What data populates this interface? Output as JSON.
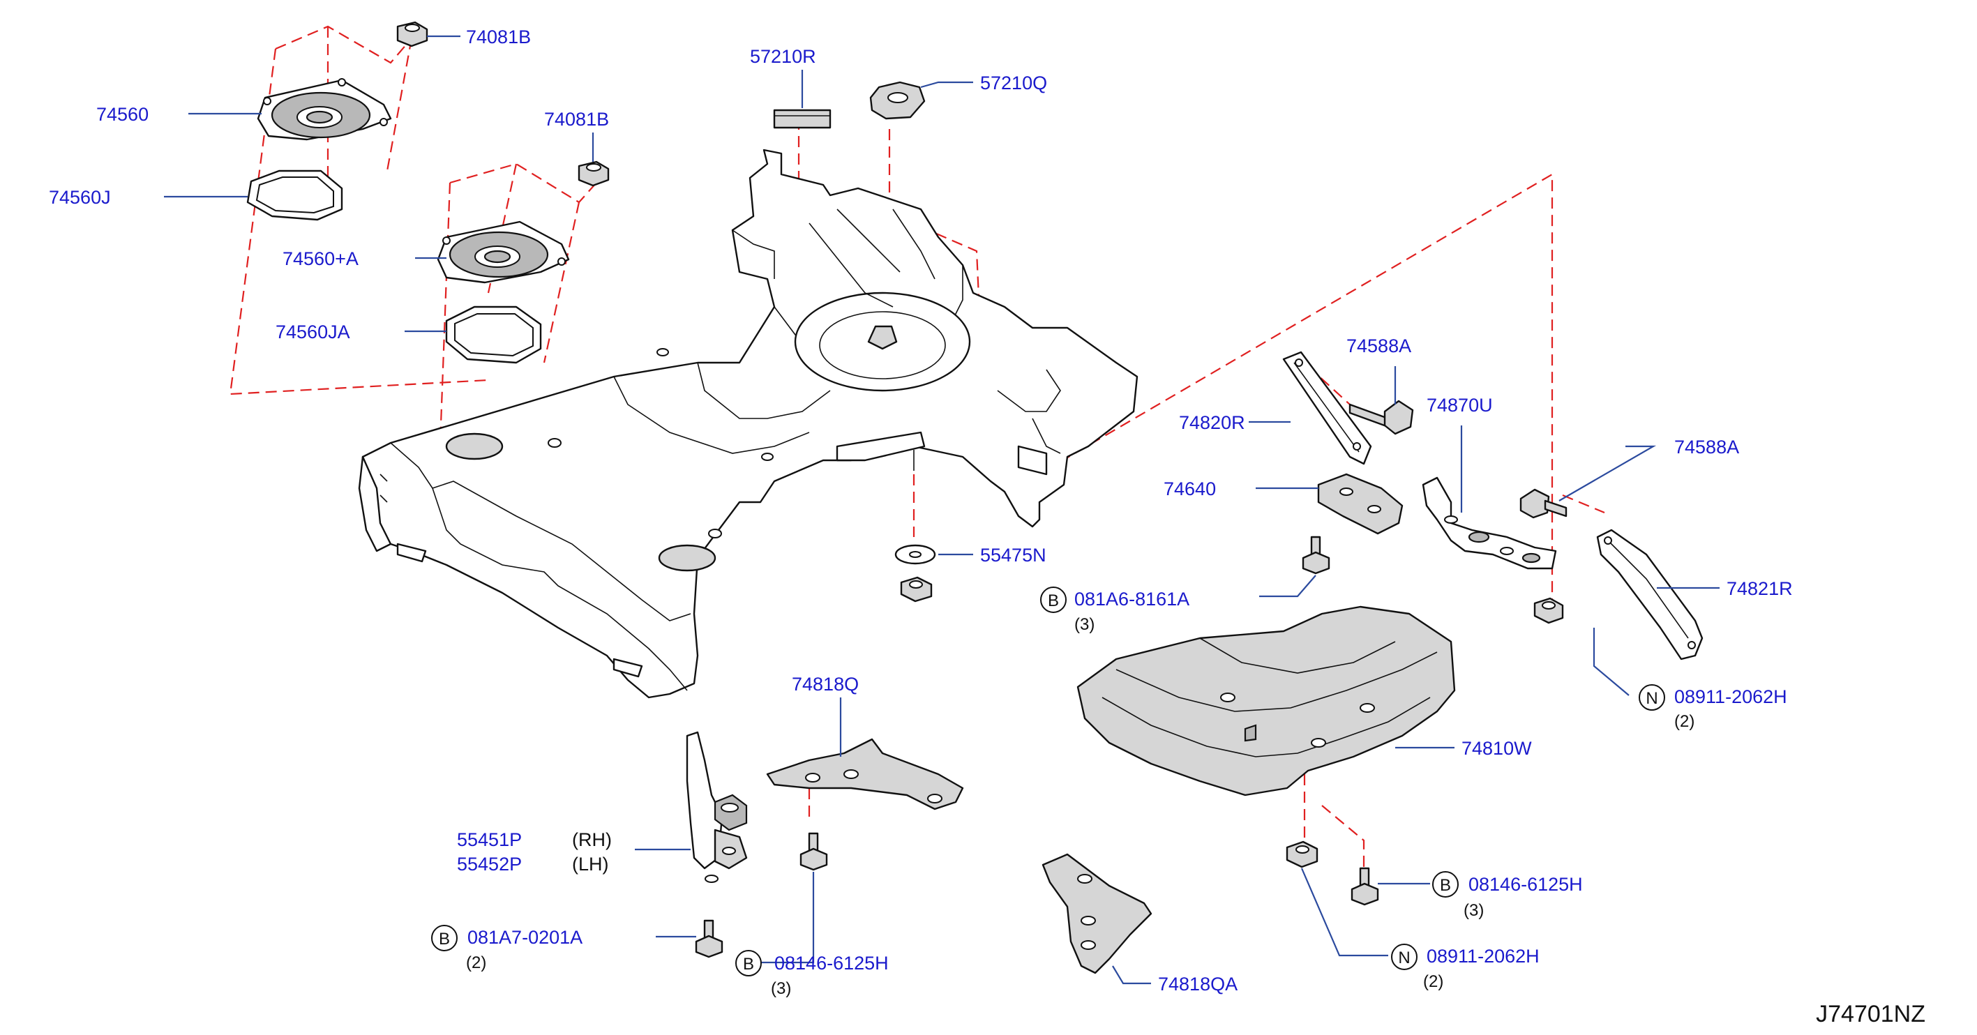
{
  "diagram_code": "J74701NZ",
  "labels": {
    "p74081B_top": "74081B",
    "p74560": "74560",
    "p74560J": "74560J",
    "p74081B_mid": "74081B",
    "p74560A": "74560+A",
    "p74560JA": "74560JA",
    "p57210R": "57210R",
    "p57210Q": "57210Q",
    "p74588A_top": "74588A",
    "p74820R": "74820R",
    "p74870U": "74870U",
    "p74588A_right": "74588A",
    "p74640": "74640",
    "p55475N": "55475N",
    "p081A6": "081A6-8161A",
    "p74821R": "74821R",
    "p08911_right": "08911-2062H",
    "p74818Q": "74818Q",
    "p74810W": "74810W",
    "p55451P": "55451P",
    "p55452P": "55452P",
    "p08146_right": "08146-6125H",
    "p081A7": "081A7-0201A",
    "p08146_bottom": "08146-6125H",
    "p08911_bottom": "08911-2062H",
    "p74818QA": "74818QA"
  },
  "quantities": {
    "q081A6": "(3)",
    "q08911_right": "(2)",
    "q08146_right": "(3)",
    "q081A7": "(2)",
    "q08146_bottom": "(3)",
    "q08911_bottom": "(2)"
  },
  "sides": {
    "rh": "(RH)",
    "lh": "(LH)"
  },
  "badges": {
    "b081A6": "B",
    "b08911_right": "N",
    "b08146_right": "B",
    "b081A7": "B",
    "b08146_bottom": "B",
    "b08911_bottom": "N"
  },
  "colors": {
    "label_text": "#1a1acc",
    "leader_line": "#2b4a9e",
    "dashed_line": "#e02020"
  }
}
